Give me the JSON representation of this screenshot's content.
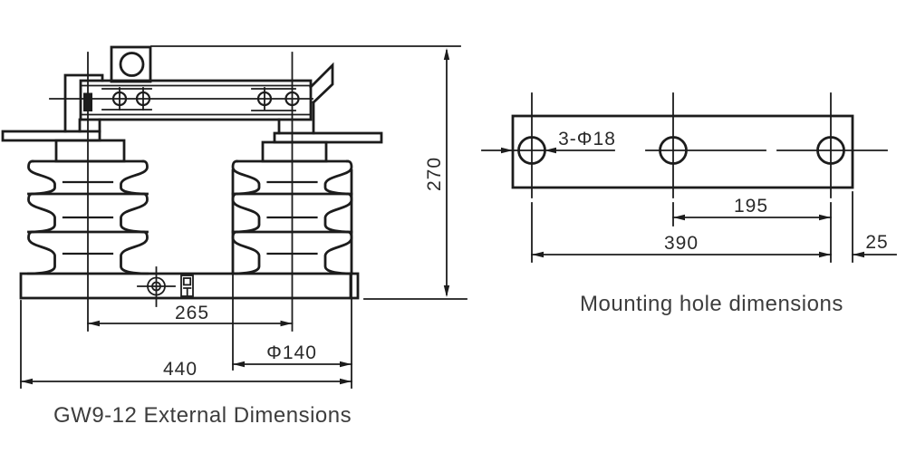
{
  "colors": {
    "canvas-bg": "#ffffff",
    "line-color": "#1c1c1c",
    "dim-text-color": "#2a2a2a",
    "caption-color": "#3d3d3d"
  },
  "external_drawing": {
    "caption": "GW9-12 External Dimensions",
    "dim_overall_height": "270",
    "dim_pole_spacing": "265",
    "dim_insulator_diameter": "Φ140",
    "dim_base_length": "440"
  },
  "mounting_drawing": {
    "caption": "Mounting hole dimensions",
    "hole_callout": "3-Φ18",
    "dim_hole_pitch": "195",
    "dim_hole_span": "390",
    "dim_edge_offset": "25"
  }
}
